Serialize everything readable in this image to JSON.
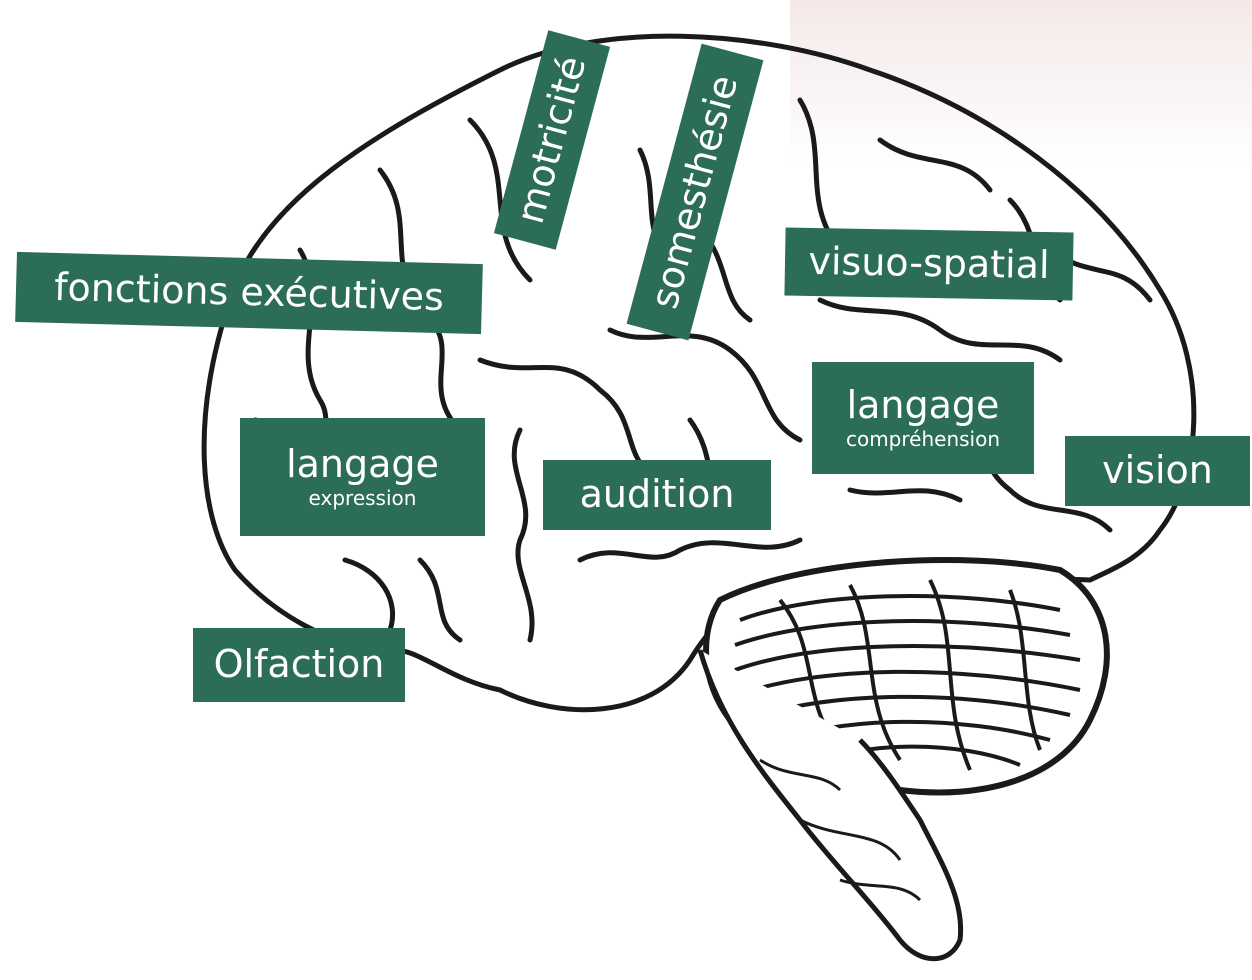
{
  "colors": {
    "label_bg": "#2c6e55",
    "label_text": "#ffffff",
    "outline": "#1a1a1a"
  },
  "labels": {
    "fonctions_executives": "fonctions exécutives",
    "motricite": "motricité",
    "somesthesie": "somesthésie",
    "visuo_spatial": "visuo-spatial",
    "langage_expression": {
      "main": "langage",
      "sub": "expression"
    },
    "audition": "audition",
    "langage_comprehension": {
      "main": "langage",
      "sub": "compréhension"
    },
    "vision": "vision",
    "olfaction": "Olfaction"
  }
}
